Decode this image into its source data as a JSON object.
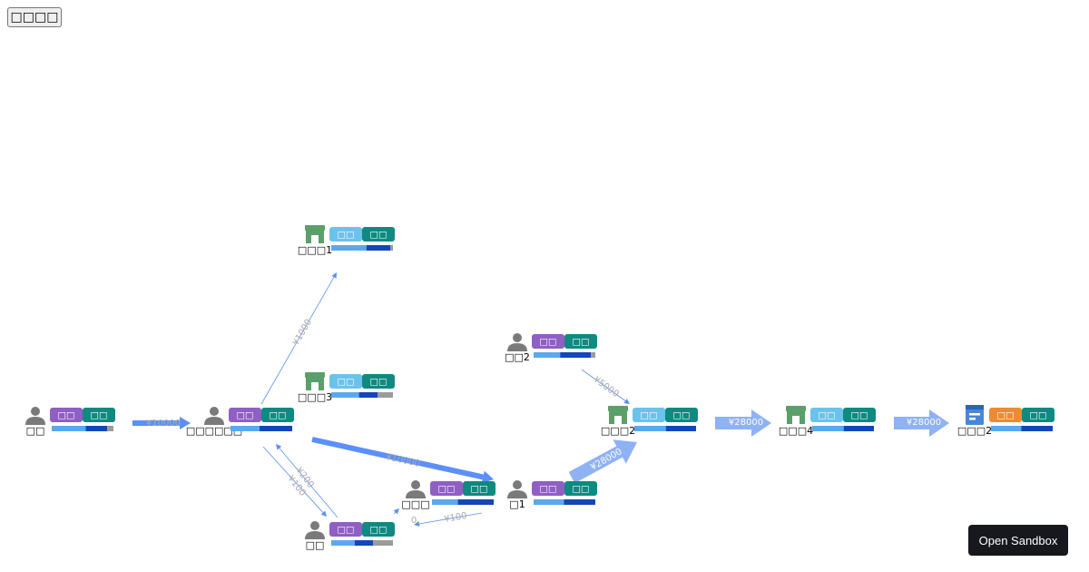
{
  "toolbar": {
    "button_label": "□□□□"
  },
  "sandbox": {
    "label": "Open Sandbox"
  },
  "icon_names": {
    "person": "person-icon",
    "store": "store-icon",
    "document": "document-icon"
  },
  "colors": {
    "edge": "#5b8ff9",
    "edge_fat": "#8fb2f5",
    "edge_label": "#aaaaaa",
    "tag_purple": "#8f5fc4",
    "tag_teal": "#0f8a80",
    "tag_sky": "#6bc3eb",
    "tag_orange": "#ef8a32",
    "bar_light": "#5ba9ec",
    "bar_dark": "#1446b8",
    "bar_gray": "#9b9b9b",
    "person_icon": "#7a7a7a",
    "store_icon": "#5b9f6a",
    "doc_icon": "#4a86d8"
  },
  "nodes": [
    {
      "id": "n0",
      "icon": "person",
      "label": "□□",
      "tag1": "□□",
      "tag1_color": "purple",
      "tag2": "□□",
      "bar": [
        0.55,
        0.35,
        0.1
      ]
    },
    {
      "id": "n1",
      "icon": "person",
      "label": "□□□□□□",
      "tag1": "□□",
      "tag1_color": "purple",
      "tag2": "□□",
      "bar": [
        0.47,
        0.53,
        0
      ]
    },
    {
      "id": "n2",
      "icon": "store",
      "label": "□□□1",
      "tag1": "□□",
      "tag1_color": "sky",
      "tag2": "□□",
      "bar": [
        0.57,
        0.39,
        0.04
      ]
    },
    {
      "id": "n3",
      "icon": "store",
      "label": "□□□3",
      "tag1": "□□",
      "tag1_color": "sky",
      "tag2": "□□",
      "bar": [
        0.45,
        0.3,
        0.25
      ]
    },
    {
      "id": "n4",
      "icon": "person",
      "label": "□□",
      "tag1": "□□",
      "tag1_color": "purple",
      "tag2": "□□",
      "bar": [
        0.38,
        0.3,
        0.32
      ]
    },
    {
      "id": "n5",
      "icon": "person",
      "label": "□□□",
      "tag1": "□□",
      "tag1_color": "purple",
      "tag2": "□□",
      "bar": [
        0.42,
        0.58,
        0
      ]
    },
    {
      "id": "n6",
      "icon": "person",
      "label": "□1",
      "tag1": "□□",
      "tag1_color": "purple",
      "tag2": "□□",
      "bar": [
        0.49,
        0.51,
        0
      ]
    },
    {
      "id": "n7",
      "icon": "person",
      "label": "□□2",
      "tag1": "□□",
      "tag1_color": "purple",
      "tag2": "□□",
      "bar": [
        0.43,
        0.5,
        0.07
      ]
    },
    {
      "id": "n8",
      "icon": "store",
      "label": "□□□2",
      "tag1": "□□",
      "tag1_color": "sky",
      "tag2": "□□",
      "bar": [
        0.51,
        0.49,
        0
      ]
    },
    {
      "id": "n9",
      "icon": "store",
      "label": "□□□4",
      "tag1": "□□",
      "tag1_color": "sky",
      "tag2": "□□",
      "bar": [
        0.51,
        0.49,
        0
      ]
    },
    {
      "id": "n10",
      "icon": "document",
      "label": "□□□2",
      "tag1": "□□",
      "tag1_color": "orange",
      "tag2": "□□",
      "bar": [
        0.49,
        0.51,
        0
      ]
    }
  ],
  "edges": [
    {
      "id": "e0",
      "label": "¥10000",
      "weight": 2
    },
    {
      "id": "e1",
      "label": "¥1000",
      "weight": 1
    },
    {
      "id": "e2",
      "label": "¥10000",
      "weight": 2
    },
    {
      "id": "e3",
      "label": "¥200",
      "weight": 1
    },
    {
      "id": "e4",
      "label": "¥100",
      "weight": 1
    },
    {
      "id": "e5",
      "label": "0",
      "weight": 1
    },
    {
      "id": "e6",
      "label": "¥100",
      "weight": 1
    },
    {
      "id": "e7",
      "label": "¥5000",
      "weight": 1
    },
    {
      "id": "e8",
      "label": "¥28000",
      "weight": 3
    },
    {
      "id": "e9",
      "label": "¥28000",
      "weight": 3
    },
    {
      "id": "e10",
      "label": "¥28000",
      "weight": 3
    }
  ]
}
